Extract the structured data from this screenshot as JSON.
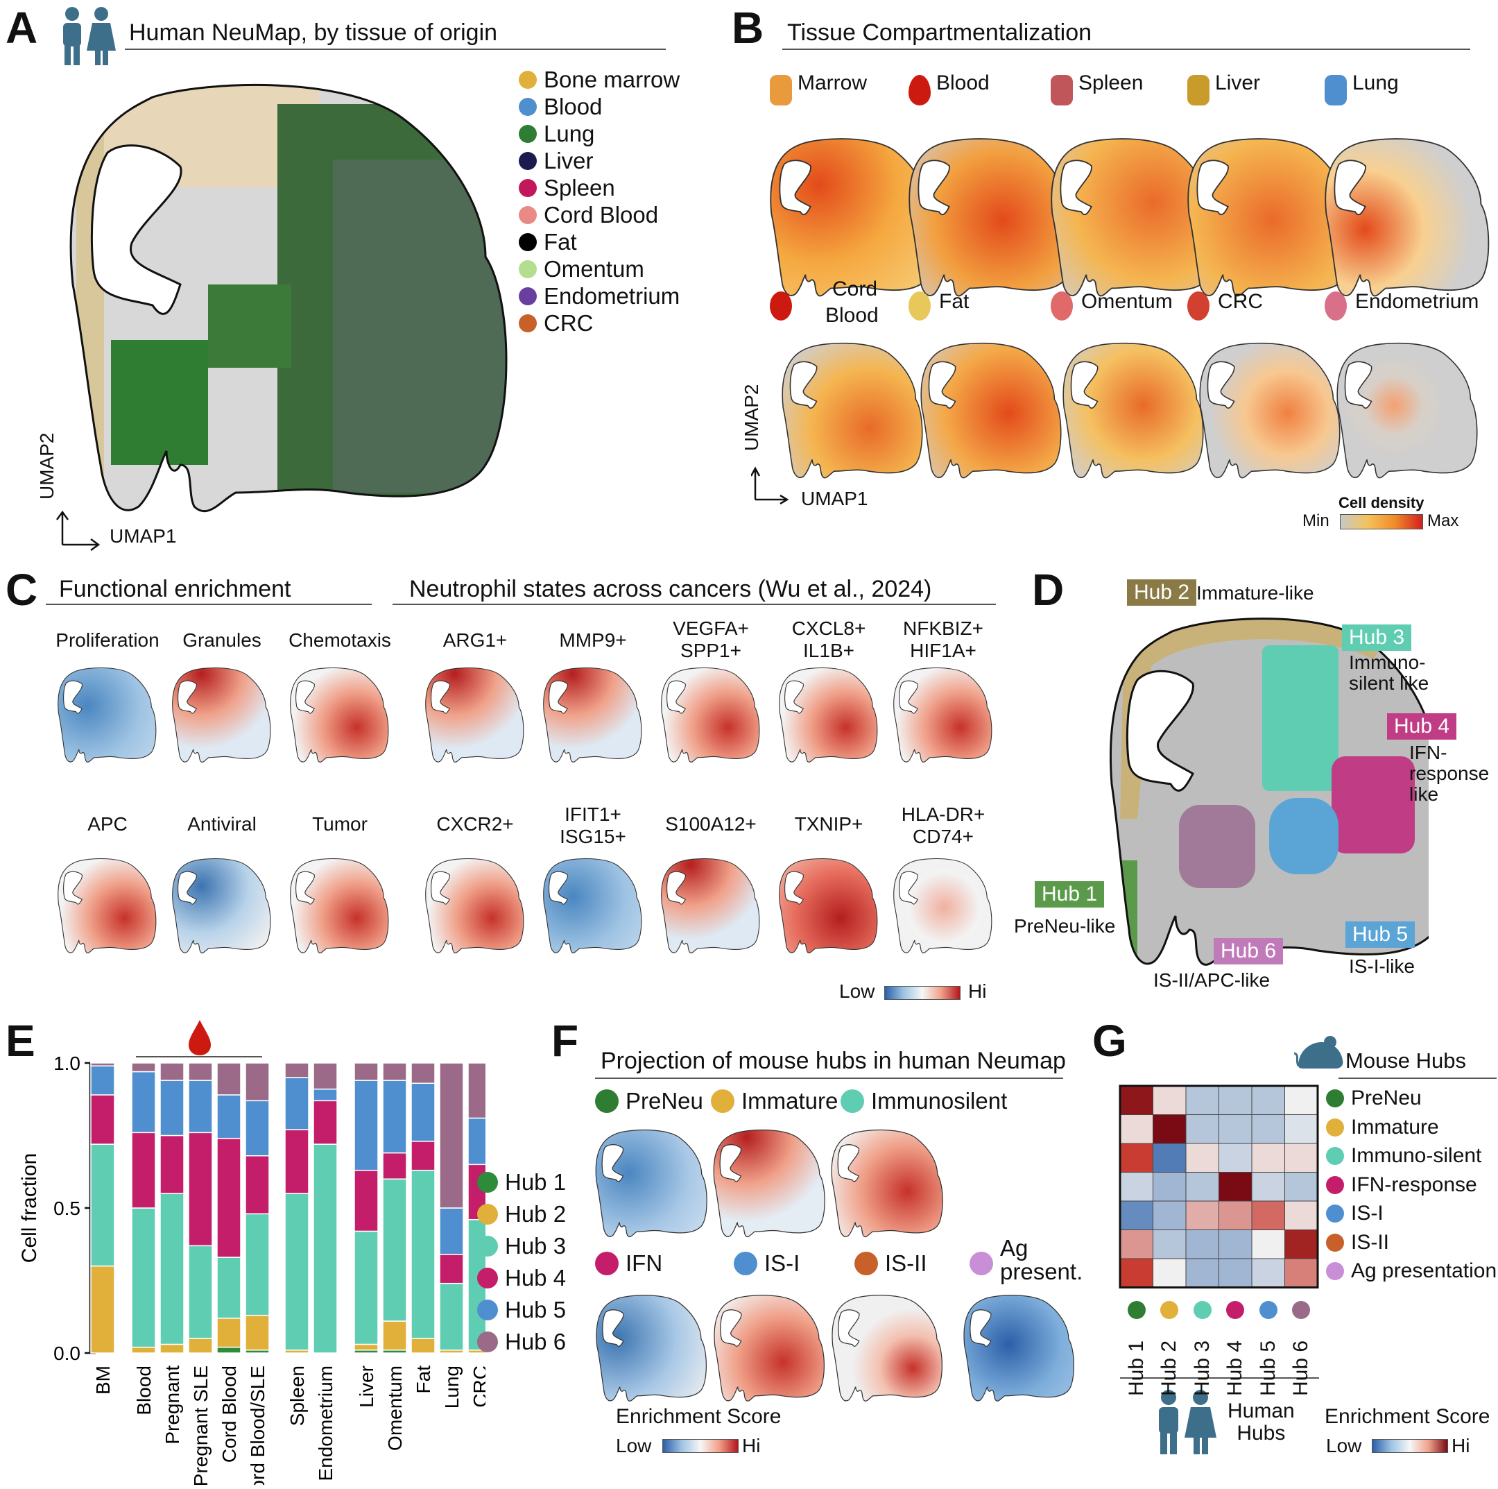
{
  "panels": {
    "A": {
      "label": "A",
      "title": "Human NeuMap, by tissue of origin",
      "axis_x": "UMAP1",
      "axis_y": "UMAP2",
      "legend": [
        {
          "name": "Bone marrow",
          "color": "#e0b03a"
        },
        {
          "name": "Blood",
          "color": "#4f8fcf"
        },
        {
          "name": "Lung",
          "color": "#2e7d32"
        },
        {
          "name": "Liver",
          "color": "#1c1a4f"
        },
        {
          "name": "Spleen",
          "color": "#c2185b"
        },
        {
          "name": "Cord Blood",
          "color": "#e98a86"
        },
        {
          "name": "Fat",
          "color": "#000000"
        },
        {
          "name": "Omentum",
          "color": "#b5dd8f"
        },
        {
          "name": "Endometrium",
          "color": "#6a3ea1"
        },
        {
          "name": "CRC",
          "color": "#c8602a"
        }
      ]
    },
    "B": {
      "label": "B",
      "title": "Tissue  Compartmentalization",
      "axis_x": "UMAP1",
      "axis_y": "UMAP2",
      "row1": [
        "Marrow",
        "Blood",
        "Spleen",
        "Liver",
        "Lung"
      ],
      "row2": [
        "Cord Blood",
        "Fat",
        "Omentum",
        "CRC",
        "Endometrium"
      ],
      "row2_first_line1": "Cord",
      "row2_first_line2": "Blood",
      "scale_title": "Cell density",
      "scale_min": "Min",
      "scale_max": "Max"
    },
    "C": {
      "label": "C",
      "title_left": "Functional enrichment",
      "title_right": "Neutrophil states across cancers (Wu et al., 2024)",
      "row1": [
        "Proliferation",
        "Granules",
        "Chemotaxis",
        "ARG1+",
        "MMP9+",
        "VEGFA+\nSPP1+",
        "CXCL8+\nIL1B+",
        "NFKBIZ+\nHIF1A+"
      ],
      "row2": [
        "APC",
        "Antiviral",
        "Tumor",
        "CXCR2+",
        "IFIT1+\nISG15+",
        "S100A12+",
        "TXNIP+",
        "HLA-DR+\nCD74+"
      ],
      "scale_low": "Low",
      "scale_high": "Hi"
    },
    "D": {
      "label": "D",
      "hubs": [
        {
          "tag": "Hub 1",
          "desc": "PreNeu-like",
          "color": "#5a9a4a"
        },
        {
          "tag": "Hub 2",
          "desc": "Immature-like",
          "color": "#8a7a45"
        },
        {
          "tag": "Hub 3",
          "desc": "Immuno-\nsilent like",
          "color": "#5ecdb2"
        },
        {
          "tag": "Hub 4",
          "desc": "IFN-\nresponse\nlike",
          "color": "#c03c84"
        },
        {
          "tag": "Hub 5",
          "desc": "IS-I-like",
          "color": "#5aa4d6"
        },
        {
          "tag": "Hub 6",
          "desc": "IS-II/APC-like",
          "color": "#c07ab8"
        }
      ]
    },
    "E": {
      "label": "E",
      "legend": [
        {
          "name": "Hub 1",
          "color": "#2e8b3a"
        },
        {
          "name": "Hub 2",
          "color": "#e0b03a"
        },
        {
          "name": "Hub 3",
          "color": "#5ecdb2"
        },
        {
          "name": "Hub 4",
          "color": "#c41e6a"
        },
        {
          "name": "Hub 5",
          "color": "#4f8fcf"
        },
        {
          "name": "Hub 6",
          "color": "#9a6a88"
        }
      ]
    },
    "F": {
      "label": "F",
      "title": "Projection of mouse hubs in human Neumap",
      "legend_row1": [
        {
          "name": "PreNeu",
          "color": "#2e7d32"
        },
        {
          "name": "Immature",
          "color": "#e0b03a"
        },
        {
          "name": "Immunosilent",
          "color": "#5ecdb2"
        }
      ],
      "legend_row2": [
        {
          "name": "IFN",
          "color": "#c41e6a"
        },
        {
          "name": "IS-I",
          "color": "#4f8fcf"
        },
        {
          "name": "IS-II",
          "color": "#c8602a"
        },
        {
          "name": "Ag\npresent.",
          "color": "#c98fd6"
        }
      ],
      "scale_title": "Enrichment Score",
      "scale_low": "Low",
      "scale_high": "Hi"
    },
    "G": {
      "label": "G",
      "mouse_title": "Mouse Hubs",
      "human_title": "Human\nHubs",
      "rows": [
        {
          "name": "PreNeu",
          "color": "#2e7d32"
        },
        {
          "name": "Immature",
          "color": "#e0b03a"
        },
        {
          "name": "Immuno-silent",
          "color": "#5ecdb2"
        },
        {
          "name": "IFN-response",
          "color": "#c41e6a"
        },
        {
          "name": "IS-I",
          "color": "#4f8fcf"
        },
        {
          "name": "IS-II",
          "color": "#c8602a"
        },
        {
          "name": "Ag presentation",
          "color": "#c98fd6"
        }
      ],
      "cols": [
        {
          "name": "Hub 1",
          "color": "#2e7d32"
        },
        {
          "name": "Hub 2",
          "color": "#e0b03a"
        },
        {
          "name": "Hub 3",
          "color": "#5ecdb2"
        },
        {
          "name": "Hub 4",
          "color": "#c41e6a"
        },
        {
          "name": "Hub 5",
          "color": "#4f8fcf"
        },
        {
          "name": "Hub 6",
          "color": "#9a6a88"
        }
      ],
      "scale_title": "Enrichment Score",
      "scale_low": "Low",
      "scale_high": "Hi"
    }
  },
  "chart_data": [
    {
      "type": "bar",
      "stacked": true,
      "panel": "E",
      "ylabel": "Cell fraction",
      "ylim": [
        0,
        1.0
      ],
      "yticks": [
        "0.0",
        "0.5",
        "1.0"
      ],
      "categories": [
        "BM",
        "Blood",
        "Pregnant",
        "Pregnant SLE",
        "Cord Blood",
        "Cord Blood/SLE",
        "Spleen",
        "Endometrium",
        "Liver",
        "Omentum",
        "Fat",
        "Lung",
        "CRC"
      ],
      "series": [
        {
          "name": "Hub 1",
          "values": [
            0.0,
            0.0,
            0.0,
            0.0,
            0.02,
            0.01,
            0.0,
            0.0,
            0.01,
            0.01,
            0.0,
            0.0,
            0.0
          ]
        },
        {
          "name": "Hub 2",
          "values": [
            0.3,
            0.02,
            0.03,
            0.05,
            0.1,
            0.12,
            0.01,
            0.0,
            0.02,
            0.1,
            0.05,
            0.01,
            0.01
          ]
        },
        {
          "name": "Hub 3",
          "values": [
            0.42,
            0.48,
            0.52,
            0.32,
            0.21,
            0.35,
            0.54,
            0.72,
            0.39,
            0.49,
            0.58,
            0.23,
            0.45
          ]
        },
        {
          "name": "Hub 4",
          "values": [
            0.17,
            0.26,
            0.2,
            0.39,
            0.41,
            0.2,
            0.22,
            0.15,
            0.21,
            0.09,
            0.1,
            0.1,
            0.19
          ]
        },
        {
          "name": "Hub 5",
          "values": [
            0.1,
            0.21,
            0.19,
            0.18,
            0.15,
            0.19,
            0.18,
            0.04,
            0.31,
            0.25,
            0.2,
            0.16,
            0.16
          ]
        },
        {
          "name": "Hub 6",
          "values": [
            0.01,
            0.03,
            0.06,
            0.06,
            0.11,
            0.13,
            0.05,
            0.09,
            0.06,
            0.06,
            0.07,
            0.5,
            0.19
          ]
        }
      ]
    },
    {
      "type": "heatmap",
      "panel": "G",
      "x": [
        "Hub 1",
        "Hub 2",
        "Hub 3",
        "Hub 4",
        "Hub 5",
        "Hub 6"
      ],
      "y": [
        "PreNeu",
        "Immature",
        "Immuno-silent",
        "IFN-response",
        "IS-I",
        "IS-II",
        "Ag presentation"
      ],
      "values": [
        [
          0.95,
          0.1,
          -0.3,
          -0.3,
          -0.3,
          0.0
        ],
        [
          0.1,
          1.0,
          -0.3,
          -0.3,
          -0.3,
          -0.1
        ],
        [
          0.8,
          -0.8,
          0.1,
          -0.2,
          0.1,
          0.1
        ],
        [
          -0.2,
          -0.4,
          -0.3,
          1.0,
          -0.2,
          -0.3
        ],
        [
          -0.7,
          -0.4,
          0.3,
          0.4,
          0.6,
          0.1
        ],
        [
          0.4,
          -0.3,
          -0.4,
          -0.4,
          0.0,
          0.9
        ],
        [
          0.8,
          0.0,
          -0.4,
          -0.4,
          -0.2,
          0.5
        ]
      ],
      "colorscale": "Low-Hi (blue-white-red)"
    }
  ]
}
